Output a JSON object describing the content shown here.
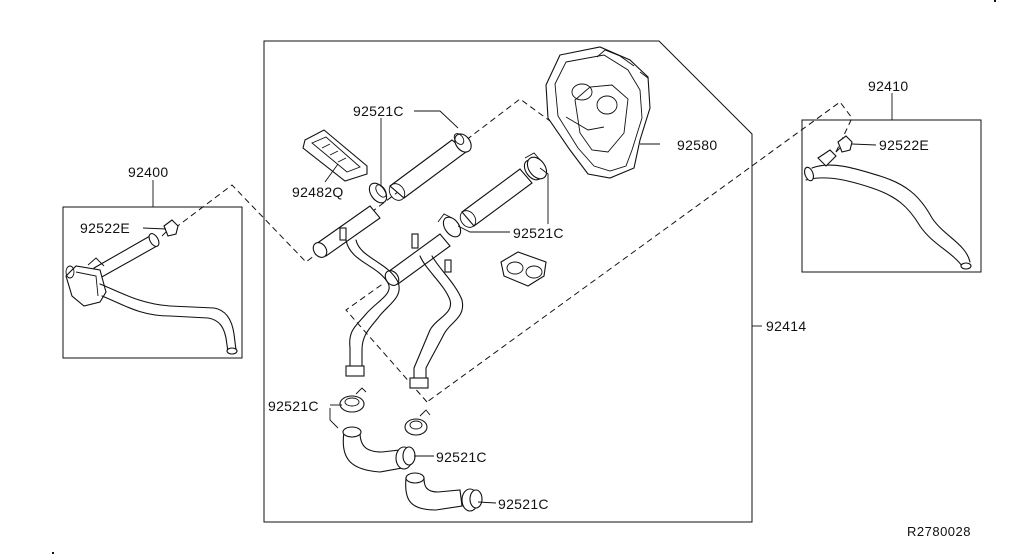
{
  "labels": {
    "p92400": "92400",
    "p92410": "92410",
    "p92414": "92414",
    "p92580": "92580",
    "p92482Q": "92482Q",
    "p92522E_left": "92522E",
    "p92522E_right": "92522E",
    "p92521C_top": "92521C",
    "p92521C_mid": "92521C",
    "p92521C_left": "92521C",
    "p92521C_lower": "92521C",
    "p92521C_bottom": "92521C"
  },
  "reference_code": "R2780028"
}
